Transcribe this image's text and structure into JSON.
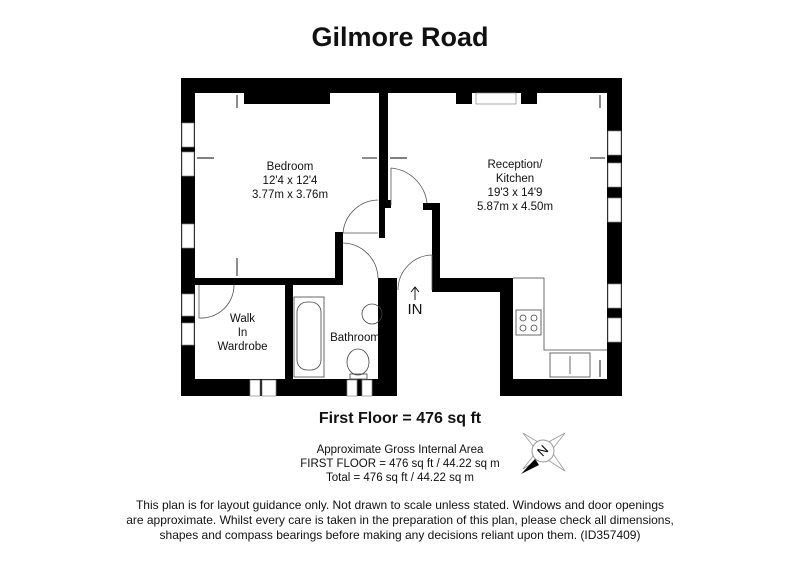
{
  "title": "Gilmore Road",
  "rooms": {
    "bedroom": {
      "name": "Bedroom",
      "imperial": "12'4 x 12'4",
      "metric": "3.77m x 3.76m"
    },
    "reception": {
      "name_line1": "Reception/",
      "name_line2": "Kitchen",
      "imperial": "19'3 x 14'9",
      "metric": "5.87m x 4.50m"
    },
    "wardrobe": {
      "line1": "Walk",
      "line2": "In",
      "line3": "Wardrobe"
    },
    "bathroom": {
      "name": "Bathroom"
    },
    "entrance": "IN"
  },
  "floor_area": "First Floor = 476 sq ft",
  "gia": {
    "heading": "Approximate Gross Internal Area",
    "first_floor": "FIRST FLOOR = 476 sq ft / 44.22 sq m",
    "total": "Total = 476 sq ft / 44.22 sq m"
  },
  "compass": {
    "label": "N"
  },
  "disclaimer": {
    "line1": "This plan is for layout guidance only. Not drawn to scale unless stated. Windows and door openings",
    "line2": "are approximate. Whilst every care is taken in the preparation of this plan, please check all dimensions,",
    "line3": "shapes and compass bearings before making any decisions reliant upon them. (ID357409)"
  }
}
